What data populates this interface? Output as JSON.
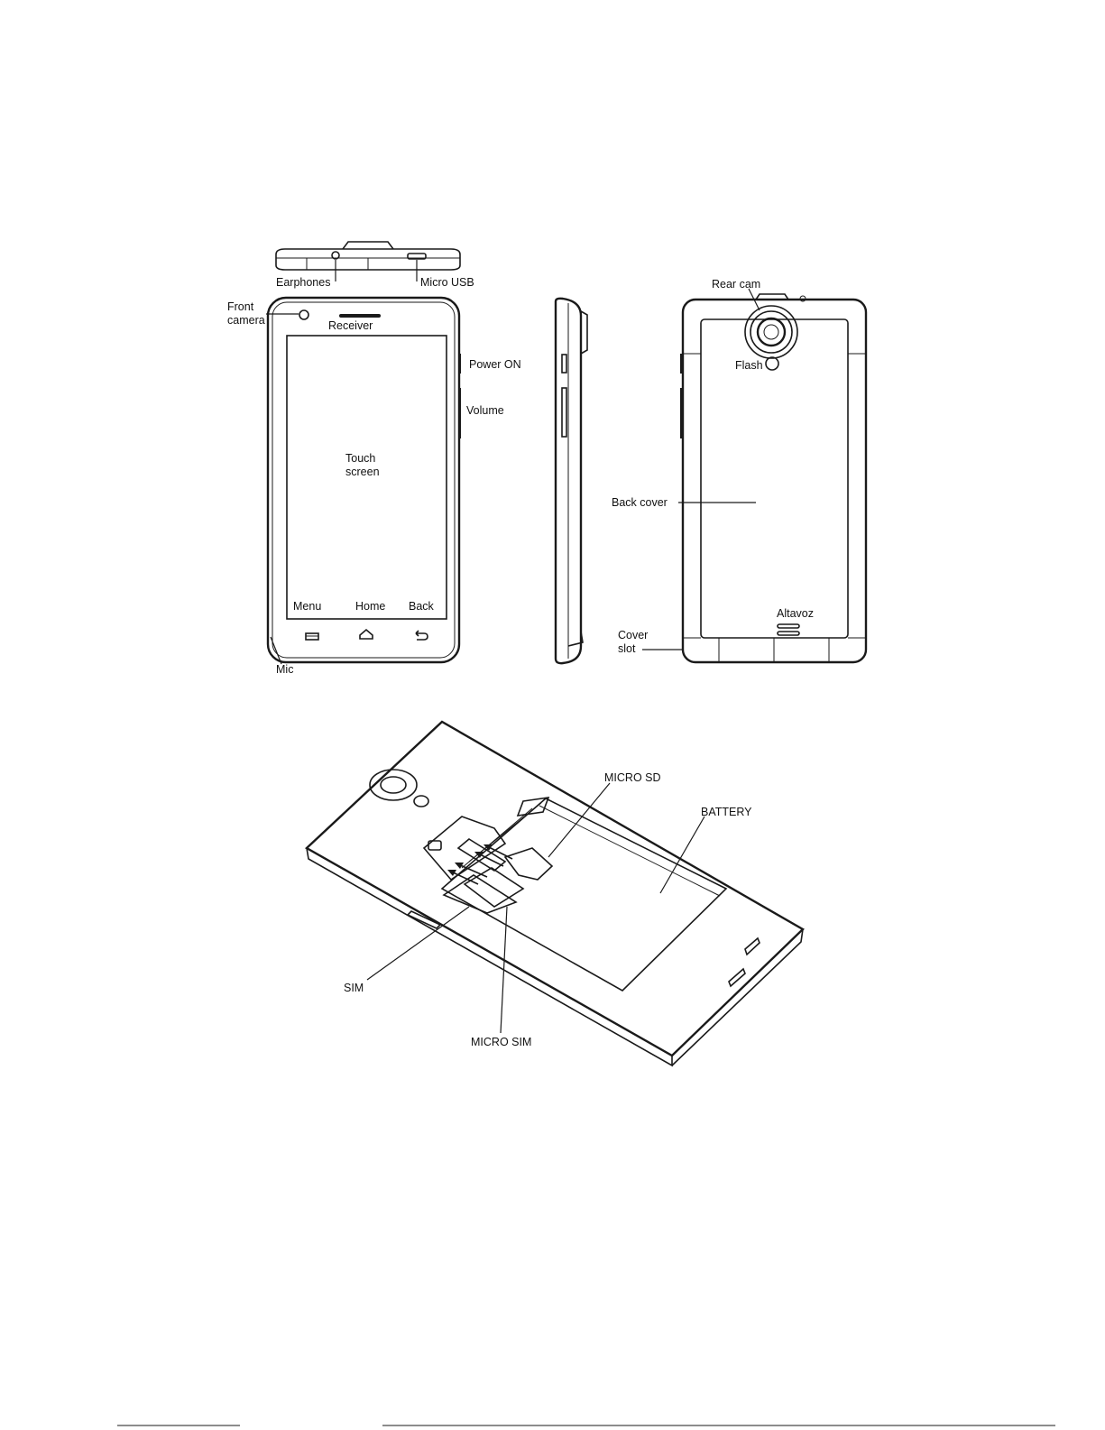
{
  "labels": {
    "earphones": "Earphones",
    "micro_usb": "Micro USB",
    "front_camera_line1": "Front",
    "front_camera_line2": "camera",
    "receiver": "Receiver",
    "power_on": "Power ON",
    "volume": "Volume",
    "touch_screen_line1": "Touch",
    "touch_screen_line2": "screen",
    "menu": "Menu",
    "home": "Home",
    "back": "Back",
    "mic": "Mic",
    "rear_cam": "Rear cam",
    "flash": "Flash",
    "back_cover": "Back cover",
    "altavoz": "Altavoz",
    "cover_slot_line1": "Cover",
    "cover_slot_line2": "slot",
    "micro_sd": "MICRO SD",
    "battery": "BATTERY",
    "sim": "SIM",
    "micro_sim": "MICRO SIM"
  },
  "icons": {
    "menu_key": "menu-key-icon",
    "home_key": "home-key-icon",
    "back_key": "back-key-icon",
    "front_camera": "front-camera-icon",
    "rear_camera": "rear-camera-icon",
    "flash": "flash-icon",
    "speaker": "speaker-grille-icon"
  },
  "colors": {
    "line": "#1a1a1a",
    "background": "#ffffff"
  }
}
